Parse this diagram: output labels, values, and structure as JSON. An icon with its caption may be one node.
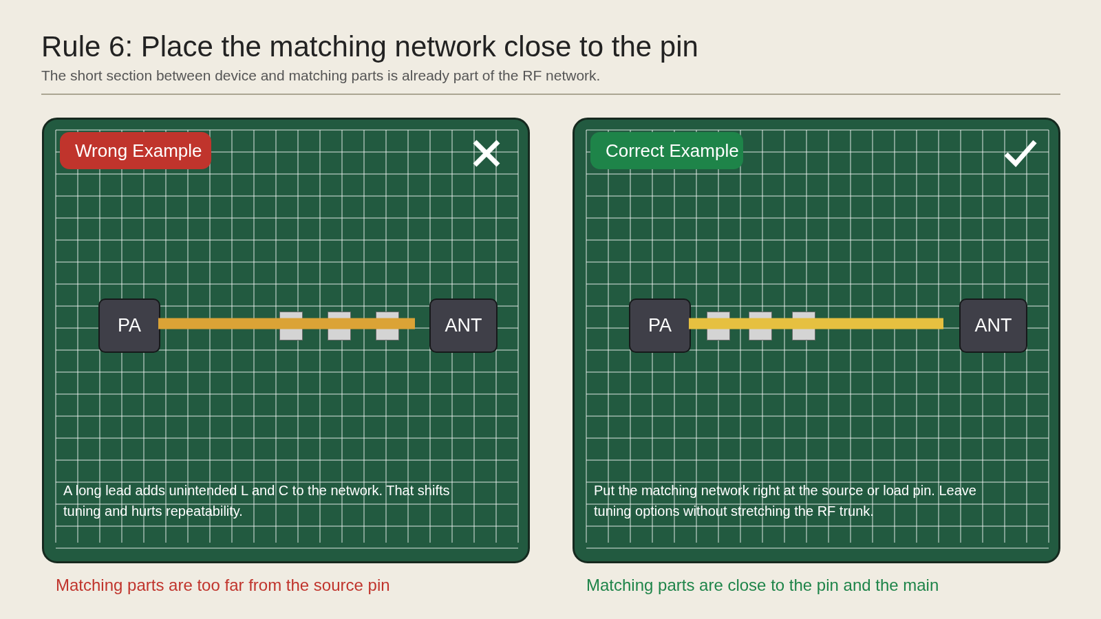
{
  "diagram": {
    "title": "Rule 6: Place the matching network close to the pin",
    "caption": "The short section between device and matching parts is already part of the RF network.",
    "nodes": [
      {
        "text": [
          "A long lead adds unintended L and C to the network. That shifts tuning and hurts repeatability."
        ],
        "beside": [
          "Matching parts are too far from the source pin"
        ]
      },
      {
        "text": [
          "Wrong Example"
        ],
        "in": 0
      },
      {
        "text": [
          "PA"
        ],
        "in": 0
      },
      {
        "text": [],
        "shape": "box",
        "in": 0
      },
      {
        "text": [],
        "shape": "box",
        "in": 0
      },
      {
        "text": [],
        "shape": "box",
        "in": 0
      },
      {
        "text": [
          "ANT"
        ],
        "in": 0
      },
      {
        "text": [
          "Put the matching network right at the source or load pin. Leave tuning options without stretching the RF trunk."
        ],
        "beside": [
          "Matching parts are close to the pin and the main"
        ]
      },
      {
        "text": [
          "Correct Example"
        ],
        "in": 7
      },
      {
        "text": [
          "PA"
        ],
        "in": 7
      },
      {
        "text": [],
        "shape": "box",
        "in": 7
      },
      {
        "text": [],
        "shape": "box",
        "in": 7
      },
      {
        "text": [],
        "shape": "box",
        "in": 7
      },
      {
        "text": [
          "ANT"
        ],
        "in": 7
      }
    ],
    "edges": [
      {
        "from": 2,
        "to": null,
        "arrow": "none",
        "color": "#dba336"
      },
      {
        "from": 9,
        "to": null,
        "arrow": "none",
        "color": "#e6c040"
      }
    ]
  }
}
